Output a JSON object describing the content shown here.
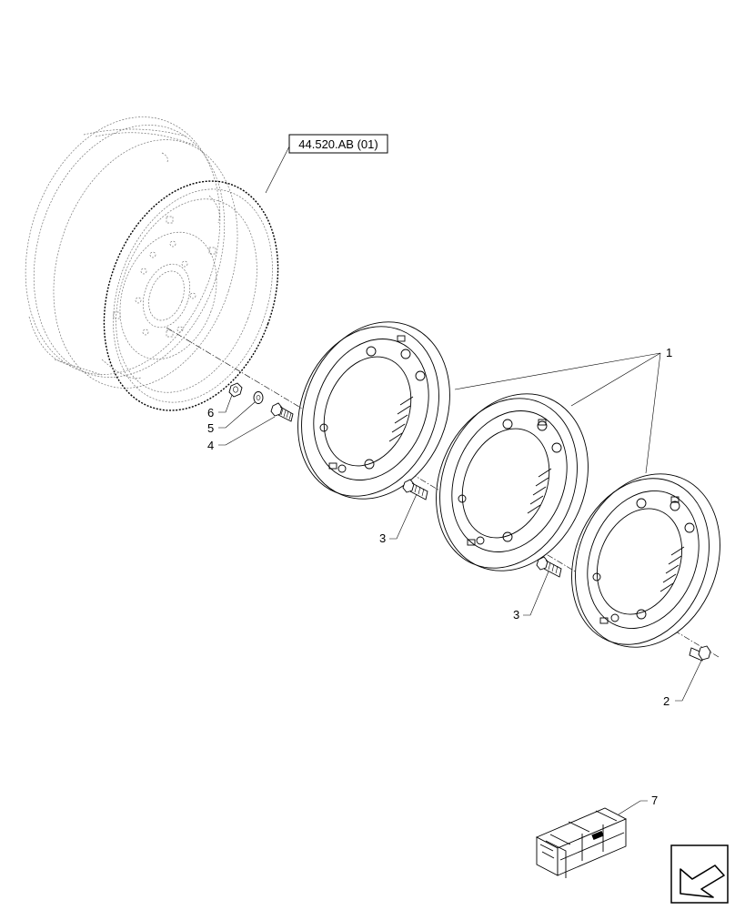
{
  "reference_box": {
    "text": "44.520.AB (01)"
  },
  "callouts": {
    "c1": "1",
    "c2": "2",
    "c3a": "3",
    "c3b": "3",
    "c4": "4",
    "c5": "5",
    "c6": "6",
    "c7": "7"
  },
  "icons": {
    "nav": "arrow-icon",
    "kit": "crate-icon"
  }
}
